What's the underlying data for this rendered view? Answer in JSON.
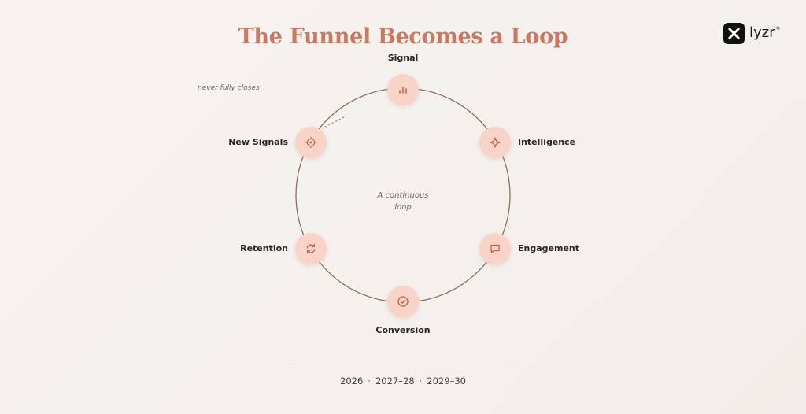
{
  "title": "The Funnel Becomes a Loop",
  "brand": {
    "name": "lyzr",
    "mark": "®"
  },
  "annotation": "never fully closes",
  "center": {
    "line1": "A continuous",
    "line2": "loop"
  },
  "stages": [
    {
      "label": "Signal",
      "icon": "bar-chart-icon"
    },
    {
      "label": "Intelligence",
      "icon": "sparkle-icon"
    },
    {
      "label": "Engagement",
      "icon": "chat-bubble-icon"
    },
    {
      "label": "Conversion",
      "icon": "check-circle-icon"
    },
    {
      "label": "Retention",
      "icon": "refresh-icon"
    },
    {
      "label": "New Signals",
      "icon": "target-icon"
    }
  ],
  "timeline": [
    "2026",
    "2027–28",
    "2029–30"
  ],
  "colors": {
    "title": "#c97862",
    "node_fill": "#f7d4c7",
    "node_icon": "#c0604a",
    "loop_stroke": "#8a6e62"
  }
}
